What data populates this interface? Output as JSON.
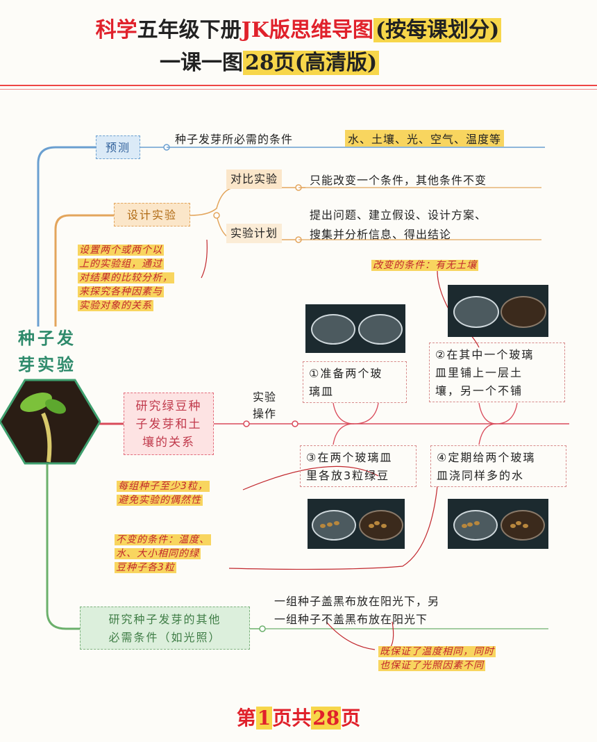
{
  "header": {
    "title_line1_part1": "科学",
    "title_line1_part2": "五年级下册",
    "title_line1_part3": "JK版思维导图",
    "title_line1_part4": "(按每课划分)",
    "title_line2_part1": "一课一图",
    "title_line2_part2": "28页(高清版)"
  },
  "center": {
    "line1": "种子发",
    "line2": "芽实验"
  },
  "predict": {
    "label": "预测",
    "condition": "种子发芽所必需的条件",
    "answer": "水、土壤、光、空气、温度等"
  },
  "design": {
    "label": "设计实验",
    "compare_label": "对比实验",
    "compare_text": "只能改变一个条件，其他条件不变",
    "plan_label": "实验计划",
    "plan_line1": "提出问题、建立假设、设计方案、",
    "plan_line2": "搜集并分析信息、得出结论",
    "note_line1": "设置两个或两个以",
    "note_line2": "上的实验组，通过",
    "note_line3": "对结果的比较分析，",
    "note_line4": "来探究各种因素与",
    "note_line5": "实验对象的关系"
  },
  "green_bean": {
    "label_line1": "研究绿豆种",
    "label_line2": "子发芽和土",
    "label_line3": "壤的关系",
    "operation_line1": "实验",
    "operation_line2": "操作",
    "changed_condition": "改变的条件：有无土壤",
    "step1_line1": "①准备两个玻",
    "step1_line2": "璃皿",
    "step2_line1": "②在其中一个玻璃",
    "step2_line2": "皿里铺上一层土",
    "step2_line3": "壤，另一个不铺",
    "step3_line1": "③在两个玻璃皿",
    "step3_line2": "里各放3粒绿豆",
    "step4_line1": "④定期给两个玻璃",
    "step4_line2": "皿浇同样多的水",
    "note1_line1": "每组种子至少3粒，",
    "note1_line2": "避免实验的偶然性",
    "note2_line1": "不变的条件：温度、",
    "note2_line2": "水、大小相同的绿",
    "note2_line3": "豆种子各3粒"
  },
  "other": {
    "label_line1": "研究种子发芽的其他",
    "label_line2": "必需条件（如光照）",
    "text_line1": "一组种子盖黑布放在阳光下，另",
    "text_line2": "一组种子不盖黑布放在阳光下",
    "note_line1": "既保证了温度相同，同时",
    "note_line2": "也保证了光照因素不同"
  },
  "footer": {
    "prefix": "第",
    "page": "1",
    "middle": "页共",
    "total": "28",
    "suffix": "页"
  },
  "colors": {
    "accent_red": "#e0212b",
    "highlight_yellow": "#f7d64a",
    "branch_blue": "#6a9fd0",
    "branch_orange": "#e3a55c",
    "branch_red": "#e26b7a",
    "branch_green": "#7cb27c"
  }
}
